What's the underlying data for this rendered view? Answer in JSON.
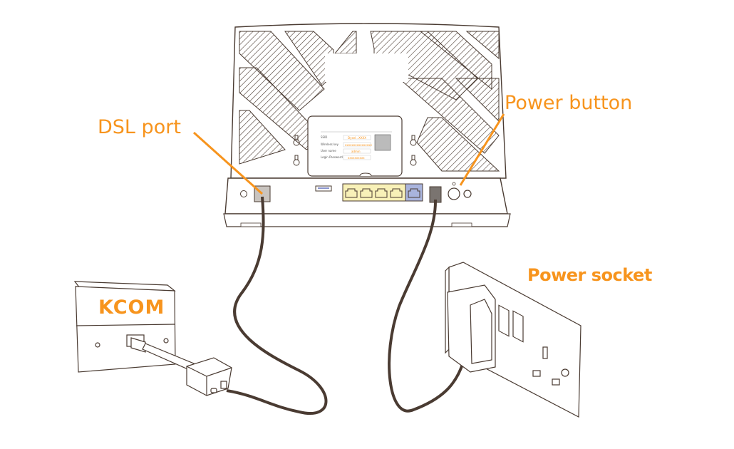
{
  "diagram": {
    "title": "Router connection diagram",
    "accent_color": "#f7941d",
    "line_color": "#4a3b32",
    "callouts": {
      "dsl_port": "DSL port",
      "power_button": "Power button",
      "power_socket": "Power socket"
    },
    "wall_socket_brand": "KCOM",
    "router_label": {
      "rows": [
        {
          "field": "SSID",
          "value": "Dyxel...XXXX"
        },
        {
          "field": "Wireless key",
          "value": "xxxxxxxxxxxxxxxx"
        },
        {
          "field": "User name",
          "value": "admin"
        },
        {
          "field": "Login Password",
          "value": "xxxxxxxxxx"
        }
      ]
    },
    "port_colors": {
      "lan": "#f8f1b8",
      "wan": "#a9b4dd",
      "dsl": "#c9c4bf",
      "power": "#7a7470"
    }
  }
}
